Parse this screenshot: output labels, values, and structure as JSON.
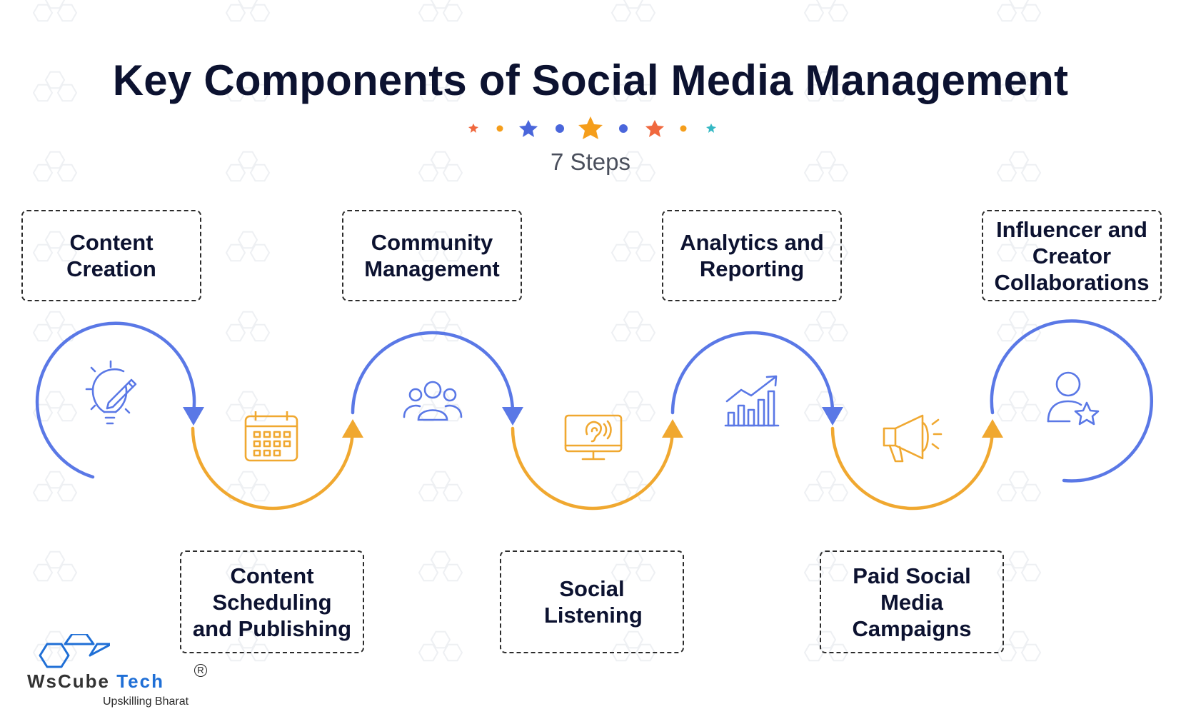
{
  "title": "Key Components of Social Media Management",
  "subtitle": "7 Steps",
  "colors": {
    "blue_arc": "#5a78e6",
    "orange_arc": "#f0a830",
    "star_orange": "#f59e1b",
    "star_red": "#f0683e",
    "dot_blue": "#4a66db",
    "star_teal": "#35b8c4",
    "watermark": "#eef0f3"
  },
  "steps": [
    {
      "label": "Content Creation",
      "icon": "lightbulb-pencil-icon"
    },
    {
      "label": "Content Scheduling and Publishing",
      "icon": "calendar-icon"
    },
    {
      "label": "Community Management",
      "icon": "people-group-icon"
    },
    {
      "label": "Social Listening",
      "icon": "monitor-ear-icon"
    },
    {
      "label": "Analytics and Reporting",
      "icon": "bar-chart-growth-icon"
    },
    {
      "label": "Paid Social Media Campaigns",
      "icon": "megaphone-icon"
    },
    {
      "label": "Influencer and Creator Collaborations",
      "icon": "user-star-icon"
    }
  ],
  "logo": {
    "brand_first": "WsCube",
    "brand_second": "Tech",
    "registered": "R",
    "tagline": "Upskilling Bharat"
  }
}
